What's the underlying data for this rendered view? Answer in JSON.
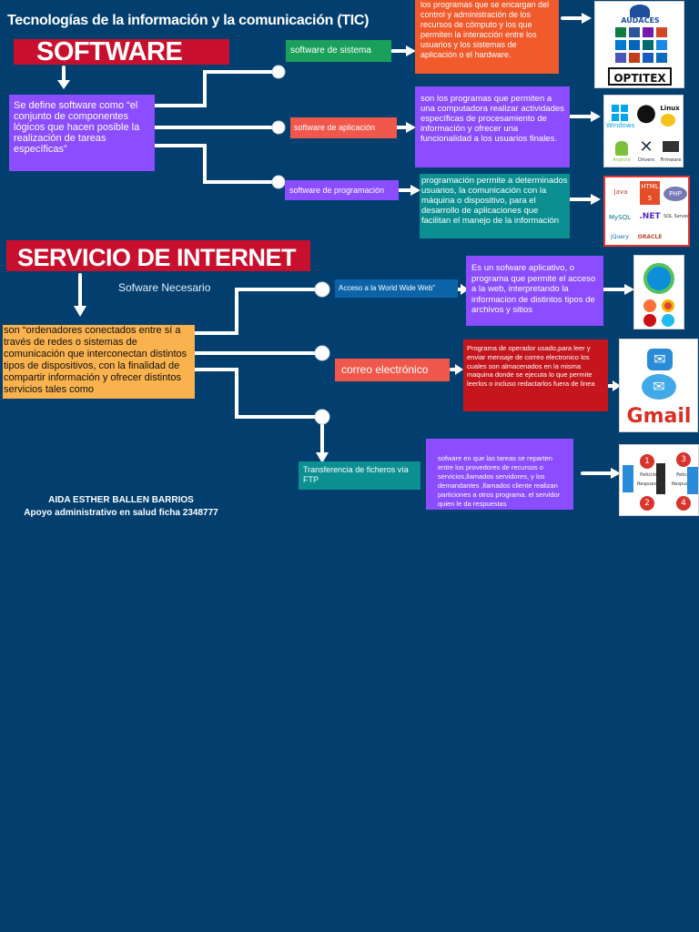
{
  "title": "Tecnologías de la información y la comunicación (TIC)",
  "software": {
    "heading": "SOFTWARE",
    "definition": "Se define software como “el conjunto de componentes lógicos que hacen posible la realización de tareas específicas”",
    "types": [
      {
        "label": "software de sistema",
        "description": "los programas que se encargan del control y administración de los recursos de cómputo y los que permiten la interacción entre los usuarios y los sistemas de aplicación o el hardware.",
        "image": "office-suite-logos",
        "image_text": "OPTITEX",
        "image_text2": "AUDACES"
      },
      {
        "label": "software  de aplicación",
        "description": "son los programas que permiten a una computadora realizar actividades específicas de procesamiento de información y ofrecer una funcionalidad a los usuarios finales.",
        "image": "operating-system-logos",
        "image_labels": [
          "Windows",
          "Linux",
          "Android",
          "Drivers",
          "Firmware"
        ]
      },
      {
        "label": "software de programación",
        "description": "programación permite a determinados usuarios, la comunicación con la máquina o dispositivo, para el desarrollo de aplicaciones que facilitan el manejo de la información",
        "image": "programming-language-logos",
        "image_labels": [
          "Java",
          "HTML 5",
          "PHP",
          "MySQL",
          ".NET",
          "jQuery",
          "ORACLE",
          "SQL Server"
        ]
      }
    ]
  },
  "internet": {
    "heading": "SERVICIO DE INTERNET",
    "sub_label": "Sofware Necesario",
    "definition": "son “ordenadores conectados entre sí a través de redes o sistemas de comunicación que interconectan distintos tipos de dispositivos, con la finalidad de compartir información y ofrecer distintos servicios tales  como",
    "services": [
      {
        "label": "Acceso a la World Wide Web”",
        "description": "Es un sofware aplicativo, o programa que permite el acceso a la web, interpretando la informacion de distintos tipos de archivos y sitios",
        "image": "web-browser-logos"
      },
      {
        "label": "correo electrónico",
        "description": "Programa de operador usado,para leer y enviar mensaje de correo electronico los cuales son almacenados en la misma maquina donde se ejecuta lo que permite leerlos o incluso redactarlos fuera de linea",
        "image": "email-icons",
        "image_text": "Gmail"
      },
      {
        "label": " Transferencia de ficheros vía FTP",
        "description": "sofware en que las tareas se reparten entre los provedores de recursos o servicios,llamados servidores, y los demandantes ,llamados cliente realizan particiones a otros programa. el servidor quien le da respuestas",
        "image": "client-server-diagram",
        "image_labels": [
          "Petición",
          "Respuesta",
          "Petición",
          "Respuesta"
        ]
      }
    ]
  },
  "author": {
    "name": "AIDA ESTHER BALLEN BARRIOS",
    "program": "Apoyo administrativo en salud ficha 2348777"
  },
  "colors": {
    "background": "#023f6f",
    "heading_red": "#c8102e",
    "purple": "#8b4dff",
    "orange": "#f15a2b",
    "teal": "#0b8f91",
    "green": "#1aa05a",
    "amber": "#f9b24d",
    "connector": "#ffffff"
  }
}
